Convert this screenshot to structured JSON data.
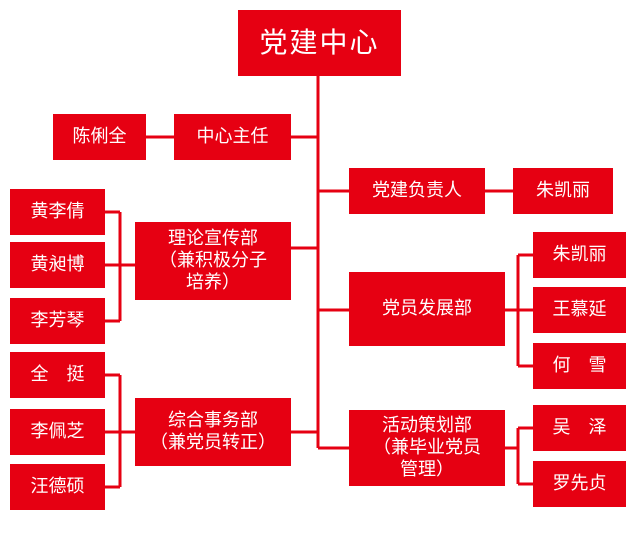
{
  "colors": {
    "box": "#e60012",
    "line": "#e60012",
    "text": "#ffffff"
  },
  "root": "党建中心",
  "director": {
    "role": "中心主任",
    "name": "陈俐全"
  },
  "party_lead": {
    "role": "党建负责人",
    "name": "朱凯丽"
  },
  "theory_dept": {
    "label": "理论宣传部\n（兼积极分子\n培养）",
    "members": [
      "黄李倩",
      "黄昶博",
      "李芳琴"
    ]
  },
  "affairs_dept": {
    "label": "综合事务部\n（兼党员转正）",
    "members": [
      "全　挺",
      "李佩芝",
      "汪德硕"
    ]
  },
  "development_dept": {
    "label": "党员发展部",
    "members": [
      "朱凯丽",
      "王慕延",
      "何　雪"
    ]
  },
  "activity_dept": {
    "label": "活动策划部\n（兼毕业党员\n管理）",
    "members": [
      "吴　泽",
      "罗先贞"
    ]
  }
}
